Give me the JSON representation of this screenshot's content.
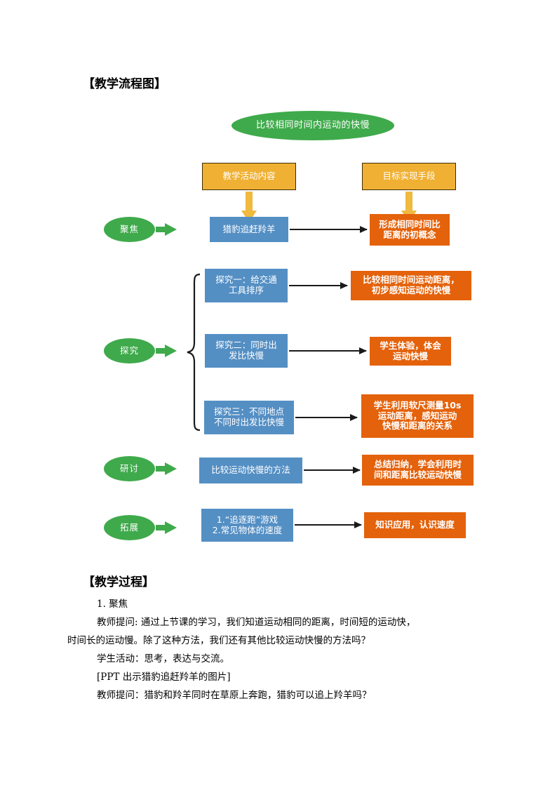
{
  "document": {
    "headings": {
      "flowchart": "【教学流程图】",
      "process": "【教学过程】"
    }
  },
  "flowchart": {
    "title_ellipse": "比较相同时间内运动的快慢",
    "column_headers": [
      {
        "label": "教学活动内容"
      },
      {
        "label": "目标实现手段"
      }
    ],
    "rows": [
      {
        "stage": "聚焦",
        "activity": "猎豹追赶羚羊",
        "outcome": "形成相同时间比\n距离的初概念"
      },
      {
        "stage": "探究",
        "activity": "探究一：给交通\n工具排序",
        "outcome": "比较相同时间运动距离，\n初步感知运动的快慢"
      },
      {
        "stage": "",
        "activity": "探究二：同时出\n发比快慢",
        "outcome": "学生体验，体会\n运动快慢"
      },
      {
        "stage": "",
        "activity": "探究三：不同地点\n不同时出发比快慢",
        "outcome": "学生利用软尺测量10s\n运动距离，感知运动\n快慢和距离的关系"
      },
      {
        "stage": "研讨",
        "activity": "比较运动快慢的方法",
        "outcome": "总结归纳，学会利用时\n间和距离比较运动快慢"
      },
      {
        "stage": "拓展",
        "activity": "1.“追逐跑”游戏\n2.常见物体的速度",
        "outcome": "知识应用，认识速度"
      }
    ],
    "colors": {
      "green": "#3faa4b",
      "yellow": "#efb033",
      "yellow_arrow": "#f0b93f",
      "blue": "#548fc4",
      "orange": "#e4620b",
      "connector": "#1a1a1a",
      "yellow_border": "#3d2c06"
    }
  },
  "process_text": {
    "lines": [
      "1. 聚焦",
      "教师提问: 通过上节课的学习，我们知道运动相同的距离，时间短的运动快，",
      "时间长的运动慢。除了这种方法，我们还有其他比较运动快慢的方法吗？",
      "学生活动：思考，表达与交流。",
      "[PPT 出示猎豹追赶羚羊的图片]",
      "教师提问：猎豹和羚羊同时在草原上奔跑，猎豹可以追上羚羊吗？"
    ]
  }
}
